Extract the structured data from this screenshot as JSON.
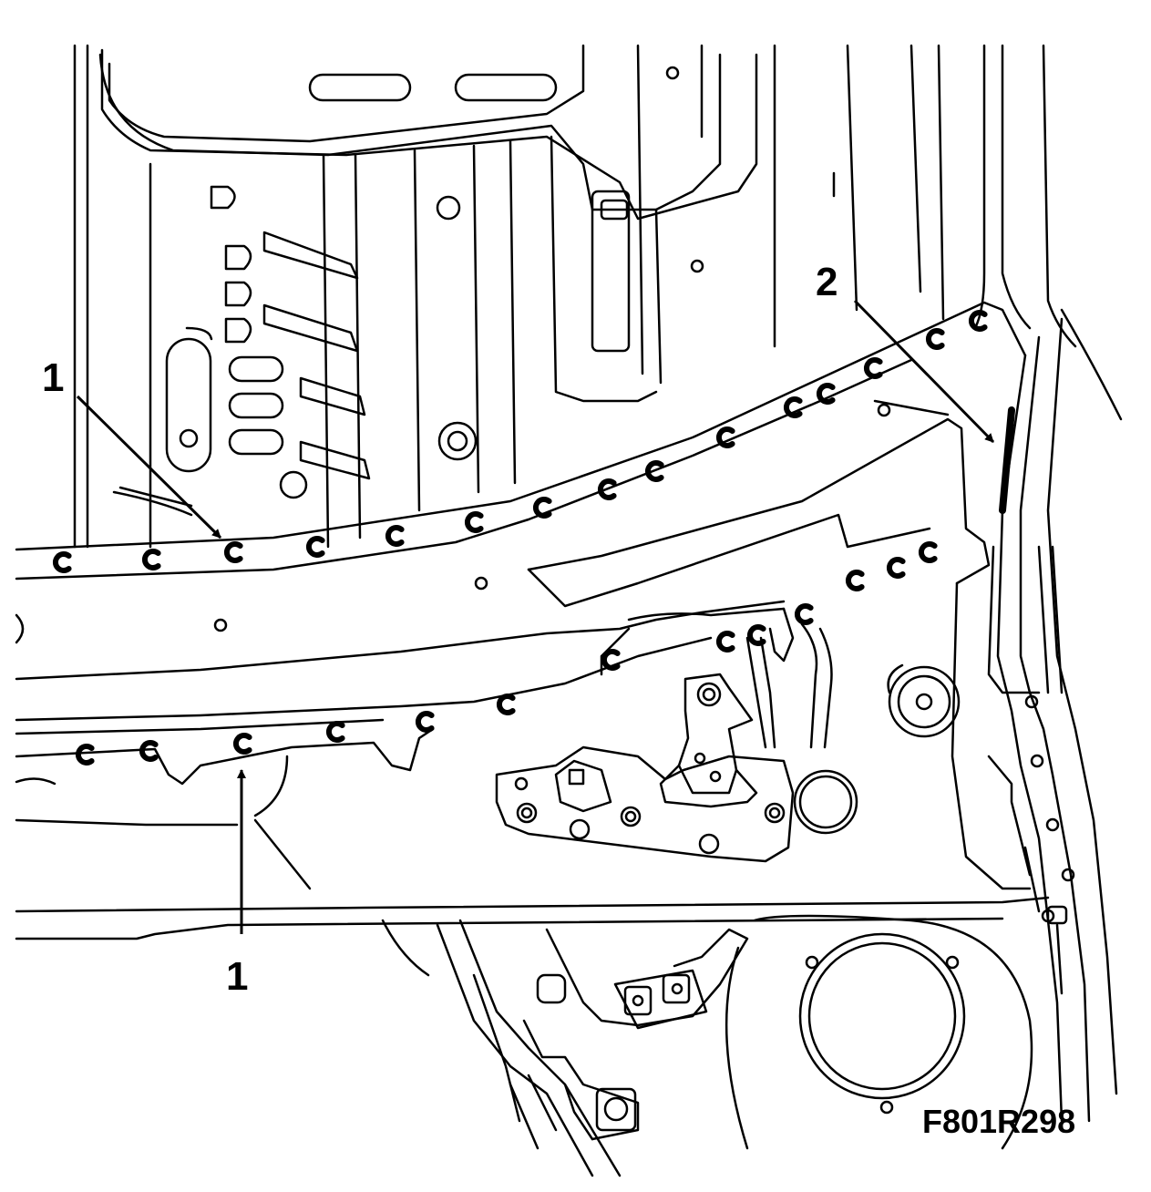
{
  "colors": {
    "line": "#000000",
    "background": "#ffffff"
  },
  "callouts": [
    {
      "label": "1"
    },
    {
      "label": "1"
    },
    {
      "label": "2"
    }
  ],
  "figure_code": "F801R298"
}
